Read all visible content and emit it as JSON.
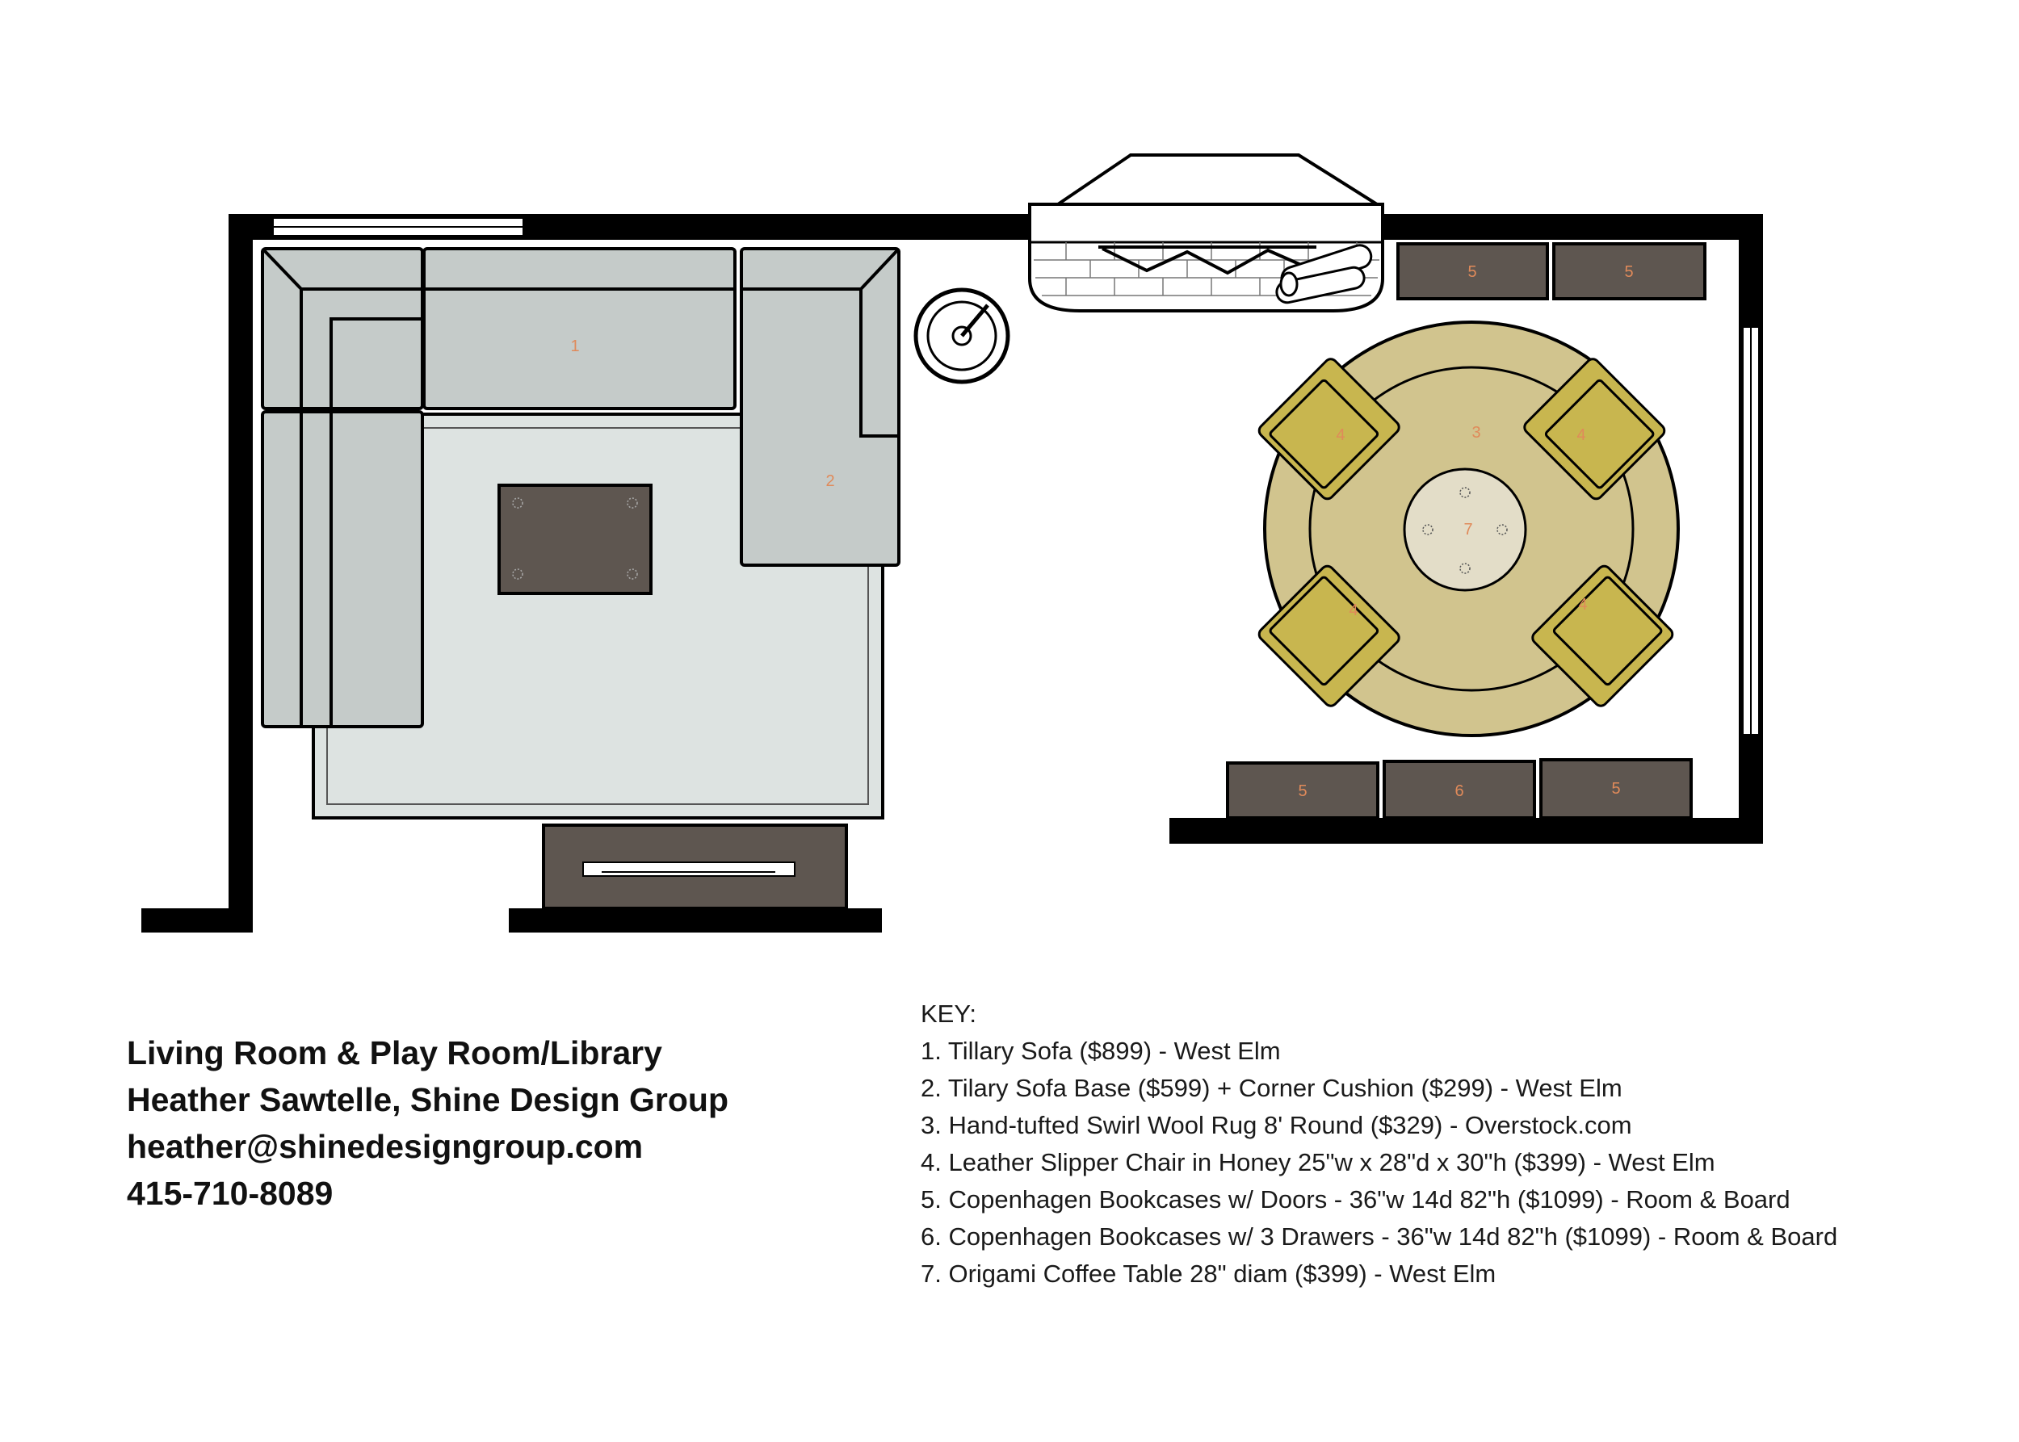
{
  "markers": {
    "sofa": "1",
    "sofa_base": "2",
    "rug": "3",
    "chair": "4",
    "bookcase_doors": "5",
    "bookcase_drawers": "6",
    "coffee_table": "7"
  },
  "credits": {
    "title": "Living Room & Play Room/Library",
    "designer": "Heather Sawtelle, Shine Design Group",
    "email": "heather@shinedesigngroup.com",
    "phone": "415-710-8089"
  },
  "key": {
    "heading": "KEY:",
    "items": [
      "1. Tillary Sofa ($899)  - West Elm",
      "2. Tilary Sofa Base ($599) + Corner Cushion ($299) - West Elm",
      "3. Hand-tufted Swirl Wool Rug 8' Round ($329) - Overstock.com",
      "4. Leather Slipper Chair in Honey  25\"w x 28\"d x 30\"h ($399) - West Elm",
      "5. Copenhagen Bookcases w/ Doors - 36\"w 14d 82\"h ($1099) - Room & Board",
      "6. Copenhagen Bookcases w/ 3 Drawers - 36\"w 14d 82\"h ($1099) - Room & Board",
      "7. Origami Coffee Table 28\" diam ($399) - West Elm"
    ]
  },
  "colors": {
    "wall": "#000000",
    "sofa": "#c5cbc9",
    "area_rug": "#dde3e1",
    "dark_wood": "#5e5650",
    "round_rug": "#d1c48e",
    "chair": "#c8b64f",
    "coffee_table": "#e3ddc8",
    "marker_text": "#e08a5a"
  }
}
